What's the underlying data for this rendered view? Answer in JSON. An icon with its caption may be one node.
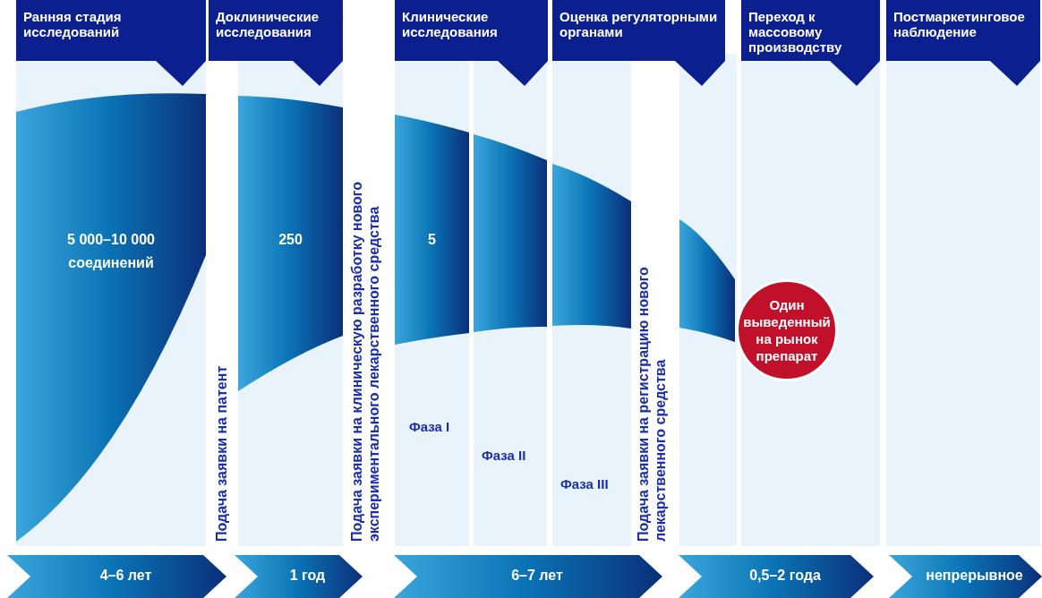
{
  "diagram": {
    "nodes": [
      {
        "text": [
          "Ранняя стадия исследований"
        ]
      },
      {
        "text": [
          "Доклинические исследования"
        ]
      },
      {
        "text": [
          "Клинические исследования"
        ]
      },
      {
        "text": [
          "Оценка регуляторными органами"
        ]
      },
      {
        "text": [
          "Переход к массовому производству"
        ]
      },
      {
        "text": [
          "Постмаркетинговое наблюдение"
        ]
      },
      {
        "text": [
          "5 000–10 000 соединений"
        ]
      },
      {
        "text": [
          "250"
        ]
      },
      {
        "text": [
          "5"
        ]
      },
      {
        "text": [],
        "shape": "bar"
      },
      {
        "text": [],
        "shape": "bar"
      },
      {
        "text": [],
        "shape": "bar"
      },
      {
        "text": [
          "Один выведенный на рынок препарат"
        ]
      },
      {
        "text": [
          "4–6 лет"
        ]
      },
      {
        "text": [
          "1 год"
        ]
      },
      {
        "text": [
          "6–7 лет"
        ]
      },
      {
        "text": [
          "0,5–2 года"
        ]
      },
      {
        "text": [
          "непрерывное"
        ]
      }
    ],
    "edges": [],
    "labels": [
      "Подача заявки на патент",
      "Подача заявки на клиническую разработку нового экспериментального лекарственного средства",
      "Фаза I",
      "Фаза II",
      "Фаза III",
      "Подача заявки на регистрацию нового лекарственного средства"
    ]
  }
}
